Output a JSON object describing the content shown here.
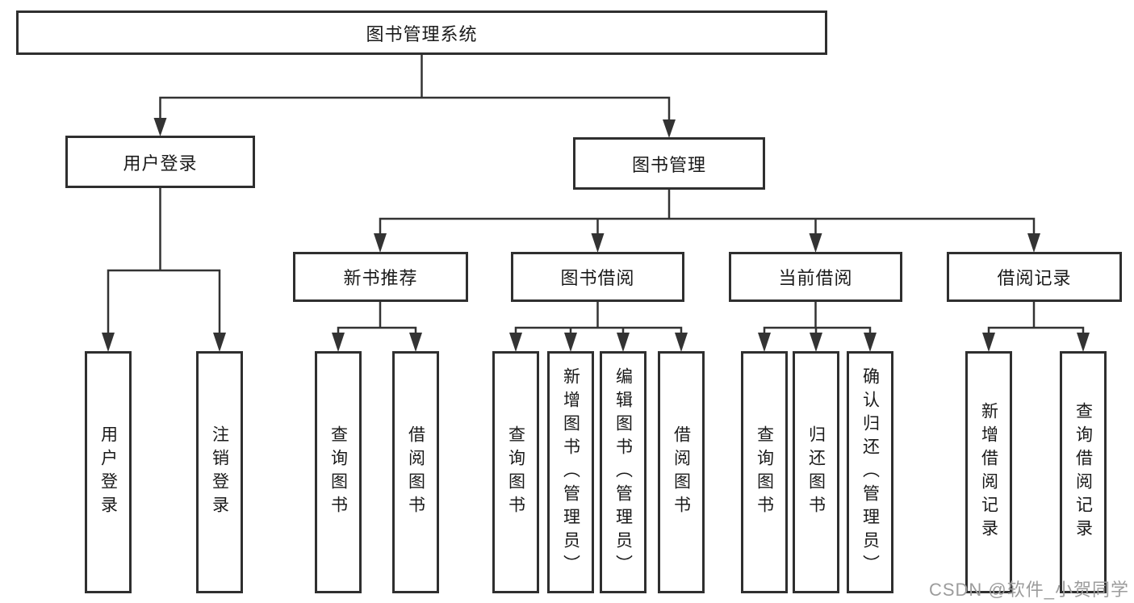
{
  "root": {
    "label": "图书管理系统"
  },
  "level2": {
    "user_login": "用户登录",
    "book_management": "图书管理"
  },
  "level3": {
    "new_book_recommend": "新书推荐",
    "book_borrow": "图书借阅",
    "current_borrow": "当前借阅",
    "borrow_record": "借阅记录"
  },
  "leaves": {
    "user_login": [
      "用户登录",
      "注销登录"
    ],
    "new_book_recommend": [
      "查询图书",
      "借阅图书"
    ],
    "book_borrow": [
      "查询图书",
      "新增图书（管理员）",
      "编辑图书（管理员）",
      "借阅图书"
    ],
    "current_borrow": [
      "查询图书",
      "归还图书",
      "确认归还（管理员）"
    ],
    "borrow_record": [
      "新增借阅记录",
      "查询借阅记录"
    ]
  },
  "watermark": "CSDN @软件_小贺同学",
  "colors": {
    "line": "#333333",
    "border": "#2f2f2f",
    "text": "#1a1a1a",
    "watermark": "#9c9c9c",
    "background": "#ffffff"
  }
}
